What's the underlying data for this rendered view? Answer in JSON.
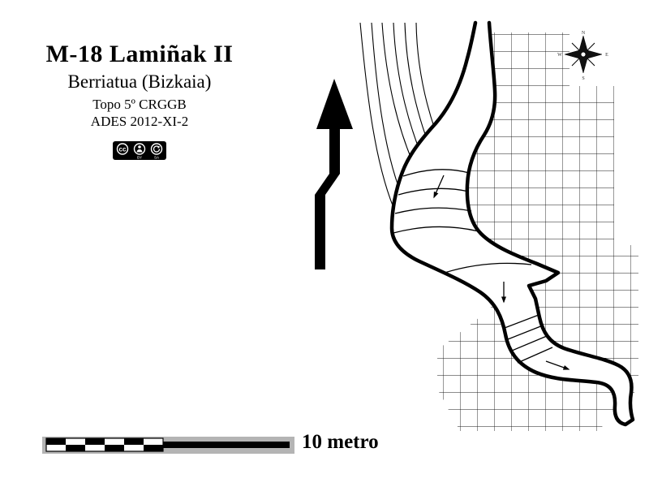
{
  "header": {
    "title": "M-18 Lamiñak II",
    "subtitle": "Berriatua (Bizkaia)",
    "line3": "Topo 5º CRGGB",
    "line4": "ADES 2012-XI-2"
  },
  "license": {
    "cc": "cc",
    "by": "BY",
    "sa": "SA"
  },
  "compass": {
    "north": "N",
    "south": "S",
    "east": "E",
    "west": "W"
  },
  "scale_bar": {
    "label": "10 metro"
  },
  "colors": {
    "ink": "#000000",
    "grid": "#1a1a1a",
    "shadow_gray": "#b4b4b4",
    "background": "#ffffff"
  }
}
